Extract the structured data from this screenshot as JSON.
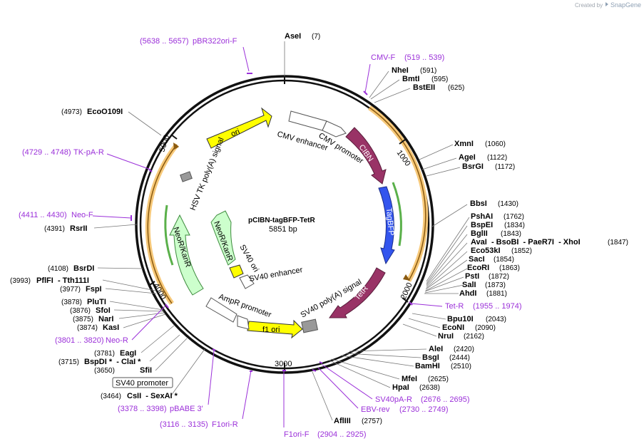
{
  "credit": {
    "prefix": "Created by",
    "brand": "SnapGene"
  },
  "plasmid": {
    "name": "pCIBN-tagBFP-TetR",
    "size": "5851 bp"
  },
  "ticks": [
    "1000",
    "2000",
    "3000",
    "4000",
    "5000"
  ],
  "enzymes": [
    {
      "name": "AseI",
      "pos": "(7)"
    },
    {
      "name": "NheI",
      "pos": "(591)"
    },
    {
      "name": "BmtI",
      "pos": "(595)"
    },
    {
      "name": "BstEII",
      "pos": "(625)"
    },
    {
      "name": "XmnI",
      "pos": "(1060)"
    },
    {
      "name": "AgeI",
      "pos": "(1122)"
    },
    {
      "name": "BsrGI",
      "pos": "(1172)"
    },
    {
      "name": "BbsI",
      "pos": "(1430)"
    },
    {
      "name": "PshAI",
      "pos": "(1762)"
    },
    {
      "name": "BspEI",
      "pos": "(1834)"
    },
    {
      "name": "BglII",
      "pos": "(1843)"
    },
    {
      "name": "AvaI  - BsoBI  - PaeR7I  - XhoI",
      "pos": "(1847)"
    },
    {
      "name": "Eco53kI",
      "pos": "(1852)"
    },
    {
      "name": "SacI",
      "pos": "(1854)"
    },
    {
      "name": "EcoRI",
      "pos": "(1863)"
    },
    {
      "name": "PstI",
      "pos": "(1872)"
    },
    {
      "name": "SalI",
      "pos": "(1873)"
    },
    {
      "name": "AhdI",
      "pos": "(1881)"
    },
    {
      "name": "Bpu10I",
      "pos": "(2043)"
    },
    {
      "name": "EcoNI",
      "pos": "(2090)"
    },
    {
      "name": "NruI",
      "pos": "(2162)"
    },
    {
      "name": "AleI",
      "pos": "(2420)"
    },
    {
      "name": "BsgI",
      "pos": "(2444)"
    },
    {
      "name": "BamHI",
      "pos": "(2510)"
    },
    {
      "name": "MfeI",
      "pos": "(2625)"
    },
    {
      "name": "HpaI",
      "pos": "(2638)"
    },
    {
      "name": "AflIII",
      "pos": "(2757)"
    },
    {
      "name": "CsII  - SexAI *",
      "pos": "(3464)"
    },
    {
      "name": "SfiI",
      "pos": "(3650)"
    },
    {
      "name": "BspDI *  - ClaI *",
      "pos": "(3715)"
    },
    {
      "name": "EagI",
      "pos": "(3781)"
    },
    {
      "name": "KasI",
      "pos": "(3874)"
    },
    {
      "name": "NarI",
      "pos": "(3875)"
    },
    {
      "name": "SfoI",
      "pos": "(3876)"
    },
    {
      "name": "PluTI",
      "pos": "(3878)"
    },
    {
      "name": "FspI",
      "pos": "(3977)"
    },
    {
      "name": "PflFI  - Tth111I",
      "pos": "(3993)"
    },
    {
      "name": "BsrDI",
      "pos": "(4108)"
    },
    {
      "name": "RsrII",
      "pos": "(4391)"
    },
    {
      "name": "EcoO109I",
      "pos": "(4973)"
    }
  ],
  "primers": [
    {
      "name": "pBR322ori-F",
      "range": "(5638 .. 5657)"
    },
    {
      "name": "CMV-F",
      "range": "(519 .. 539)"
    },
    {
      "name": "TK-pA-R",
      "range": "(4729 .. 4748)"
    },
    {
      "name": "Neo-F",
      "range": "(4411 .. 4430)"
    },
    {
      "name": "Neo-R",
      "range": "(3801 .. 3820)"
    },
    {
      "name": "Tet-R",
      "range": "(1955 .. 1974)"
    },
    {
      "name": "SV40pA-R",
      "range": "(2676 .. 2695)"
    },
    {
      "name": "EBV-rev",
      "range": "(2730 .. 2749)"
    },
    {
      "name": "F1ori-F",
      "range": "(2904 .. 2925)"
    },
    {
      "name": "F1ori-R",
      "range": "(3116 .. 3135)"
    },
    {
      "name": "pBABE 3'",
      "range": "(3378 .. 3398)"
    }
  ],
  "features": {
    "ori": "ori",
    "cmv_enhancer": "CMV enhancer",
    "cmv_promoter": "CMV promoter",
    "cibn": "CIBN",
    "tagbfp": "TagBFP",
    "tetr": "TetR",
    "sv40_polya": "SV40 poly(A) signal",
    "f1_ori": "f1 ori",
    "ampr_promoter": "AmpR promoter",
    "sv40_ori": "SV40 ori",
    "sv40_enhancer": "SV40 enhancer",
    "neokanr_outer": "NeoR/KanR",
    "neokanr_inner": "NeoR/KanR",
    "hsv_tk_polya": "HSV TK poly(A) signal",
    "sv40_promoter_box": "SV40 promoter"
  },
  "colors": {
    "ori": "#ffff00",
    "cibn": "#993366",
    "tagbfp": "#3355ee",
    "tetr": "#993366",
    "neokanr": "#ccffcc",
    "primer": "#9b30d9",
    "orf_highlight": "#f7c97a"
  }
}
